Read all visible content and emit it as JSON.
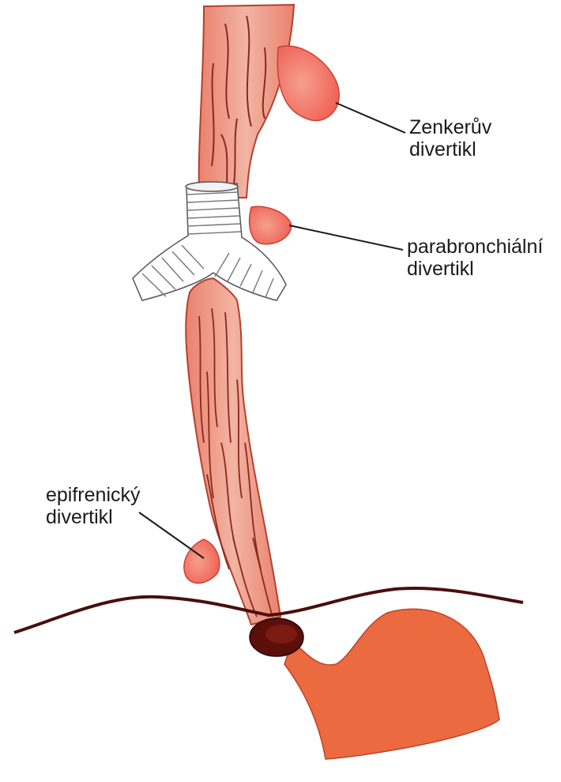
{
  "labels": {
    "zenker": {
      "line1": "Zenkerův",
      "line2": "divertikl"
    },
    "parabronchial": {
      "line1": "parabronchiální",
      "line2": "divertikl"
    },
    "epiphrenic": {
      "line1": "epifrenický",
      "line2": "divertikl"
    }
  },
  "colors": {
    "esophagus_fill": "#ee9d8b",
    "esophagus_stroke": "#c0392b",
    "diverticulum_fill": "#f0635a",
    "stomach_fill": "#ec6a3f",
    "sphincter_fill": "#5a0f0a",
    "trachea_fill": "#ffffff",
    "diaphragm_line": "#4a0e0a",
    "leader_line": "#1a1a1a"
  }
}
